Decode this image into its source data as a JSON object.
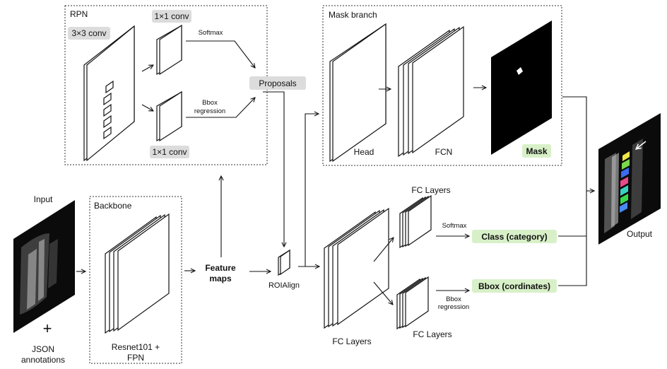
{
  "colors": {
    "gray_chip": "#dcdcdc",
    "green_chip": "#d8f0c8",
    "line": "#111111"
  },
  "rpn": {
    "title": "RPN",
    "conv3": "3×3 conv",
    "conv1_top": "1×1 conv",
    "conv1_bottom": "1×1 conv",
    "softmax": "Softmax",
    "bbox_reg_line1": "Bbox",
    "bbox_reg_line2": "regression",
    "proposals": "Proposals"
  },
  "mask_branch": {
    "title": "Mask branch",
    "head": "Head",
    "fcn": "FCN",
    "mask": "Mask"
  },
  "input": {
    "label": "Input",
    "plus": "+",
    "json_line1": "JSON",
    "json_line2": "annotations"
  },
  "backbone": {
    "title": "Backbone",
    "name_line1": "Resnet101 +",
    "name_line2": "FPN"
  },
  "feature_maps": {
    "line1": "Feature",
    "line2": "maps"
  },
  "roi": {
    "label": "ROIAlign"
  },
  "fc": {
    "main_label": "FC Layers",
    "top_label": "FC Layers",
    "bottom_label": "FC Layers",
    "softmax": "Softmax",
    "bbox_reg_line1": "Bbox",
    "bbox_reg_line2": "regression",
    "class_out": "Class (category)",
    "bbox_out": "Bbox (cordinates)"
  },
  "output": {
    "label": "Output"
  }
}
